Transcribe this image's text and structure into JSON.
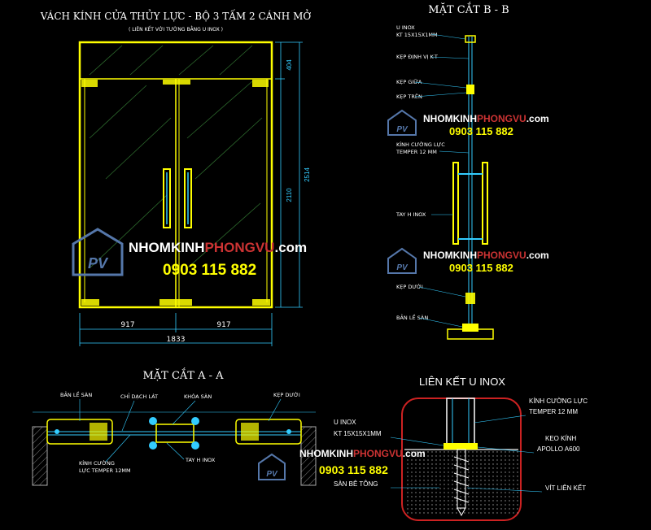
{
  "titles": {
    "main": "VÁCH KÍNH CỬA THỦY LỰC - BỘ 3 TẤM 2 CÁNH MỞ",
    "main_sub": "( LIÊN KẾT VỚI TƯỜNG BẰNG U INOX )",
    "section_bb": "MẶT CẮT B - B",
    "section_aa": "MẶT CẮT A - A",
    "detail": "LIÊN KẾT U INOX"
  },
  "dimensions": {
    "top": "404",
    "door_height": "2110",
    "total_height": "2514",
    "left_width": "917",
    "right_width": "917",
    "total_width": "1833"
  },
  "labels_bb": {
    "u_inox": "U INOX",
    "u_size": "KT 15X15X1MM",
    "kep_dinh_vi": "KẸP ĐỊNH VỊ K-T",
    "kep_giua": "KẸP GIỮA",
    "kep_tren": "KẸP TRÊN",
    "kinh": "KÍNH CƯỜNG LỰC",
    "kinh_sub": "TEMPER 12 MM",
    "tay_h": "TAY H INOX",
    "kep_duoi": "KẸP DƯỚI",
    "ban_le": "BẢN LỀ SÀN"
  },
  "labels_aa": {
    "ban_le": "BẢN LỀ SÀN",
    "chi_dach": "CHỈ DẠCH LÁT",
    "khoa_san": "KHÓA SÀN",
    "kep_duoi": "KẸP DƯỚI",
    "kinh": "KÍNH CƯỜNG",
    "kinh_sub": "LỰC TEMPER 12MM",
    "tay_h": "TAY H INOX"
  },
  "labels_detail": {
    "u_inox": "U INOX",
    "u_size": "KT 15X15X1MM",
    "kinh": "KÍNH CƯỜNG LỰC",
    "kinh_sub": "TEMPER 12 MM",
    "keo": "KEO KÍNH",
    "keo_sub": "APOLLO A600",
    "san": "SÀN BÊ TÔNG",
    "vit": "VÍT LIÊN KẾT"
  },
  "watermark": {
    "brand_a": "NHOMKINH",
    "brand_b": "PHONGVU",
    "brand_c": ".com",
    "phone": "0903 115 882",
    "logo": "PV"
  },
  "colors": {
    "frame": "#ffff00",
    "dim": "#33ccff",
    "text": "#ffffff",
    "glass": "#66cc66",
    "watermark_blue": "#5577aa"
  }
}
